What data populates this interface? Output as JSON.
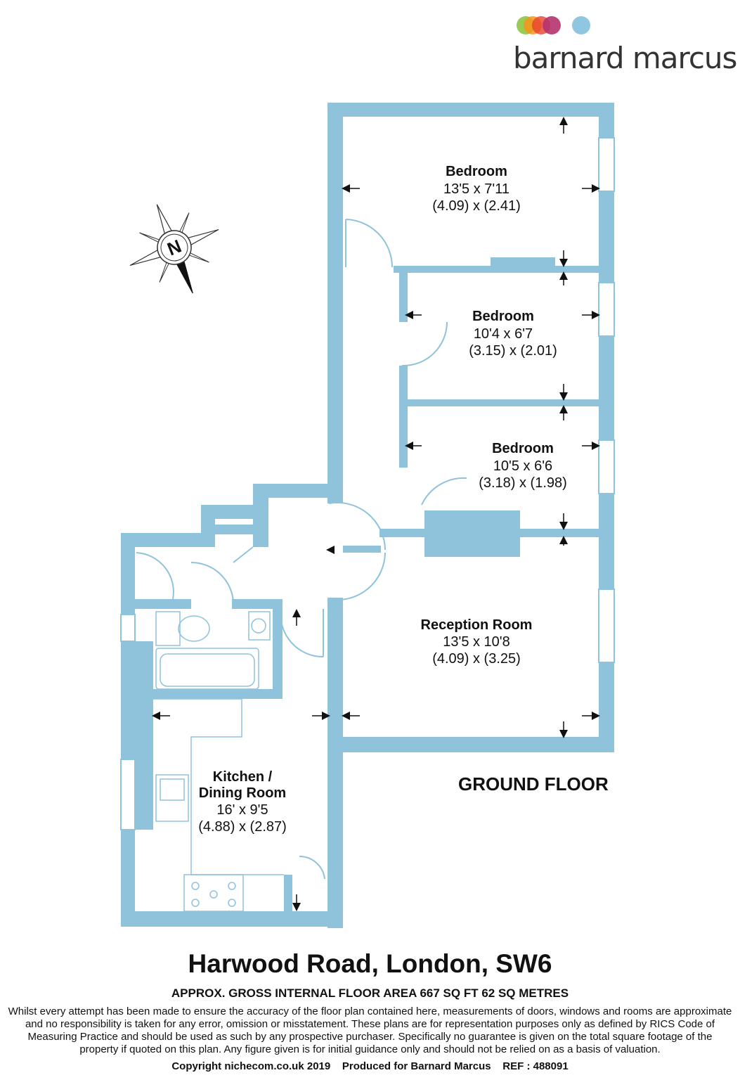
{
  "brand": {
    "name": "barnard marcus",
    "dot_colors": [
      "#8dc63f",
      "#f7941d",
      "#e8412e",
      "#b5336e",
      "#8fc7e0"
    ]
  },
  "colors": {
    "wall": "#8fc3dc",
    "window": "#ffffff",
    "text": "#111111"
  },
  "compass": {
    "label": "N"
  },
  "rooms": [
    {
      "name": "Bedroom",
      "imperial": "13'5 x 7'11",
      "metric": "(4.09) x (2.41)"
    },
    {
      "name": "Bedroom",
      "imperial": "10'4 x 6'7",
      "metric": "(3.15) x (2.01)"
    },
    {
      "name": "Bedroom",
      "imperial": "10'5 x 6'6",
      "metric": "(3.18) x (1.98)"
    },
    {
      "name": "Reception Room",
      "imperial": "13'5 x 10'8",
      "metric": "(4.09) x (3.25)"
    },
    {
      "name_line1": "Kitchen /",
      "name_line2": "Dining Room",
      "imperial": "16' x 9'5",
      "metric": "(4.88) x (2.87)"
    }
  ],
  "floor_label": "GROUND FLOOR",
  "address": "Harwood Road, London, SW6",
  "area_text": "APPROX. GROSS INTERNAL FLOOR AREA 667 SQ FT 62 SQ METRES",
  "disclaimer": "Whilst every attempt has been made to ensure the accuracy of the floor plan contained here, measurements of doors, windows and rooms are approximate and no responsibility is taken for any error, omission or misstatement. These plans are for representation purposes only as defined by RICS Code of Measuring Practice and should be used as such by any prospective purchaser.  Specifically no guarantee is given on the total square footage of the property if quoted on this plan. Any figure given is for initial guidance only and should not be relied on as a basis of valuation.",
  "copyright": "Copyright nichecom.co.uk 2019    Produced for Barnard Marcus    REF : 488091"
}
